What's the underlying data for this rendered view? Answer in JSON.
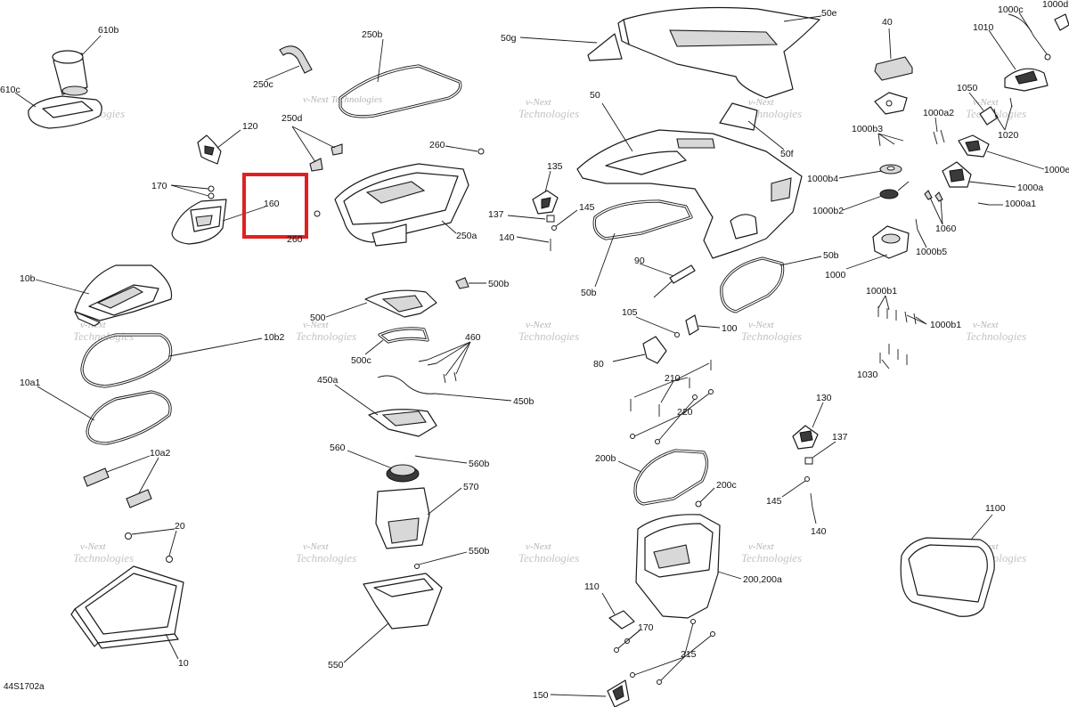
{
  "diagram": {
    "drawing_code": "44S1702a",
    "highlight_color": "#e02020",
    "watermark": {
      "line1": "v-Next",
      "line2": "Technologies",
      "inline": "v-Next Technologies"
    },
    "callouts": {
      "c610b": "610b",
      "c610c": "610c",
      "c120": "120",
      "c250c": "250c",
      "c250b": "250b",
      "c250d": "250d",
      "c260a": "260",
      "c260b": "260",
      "c170a": "170",
      "c160": "160",
      "c250a": "250a",
      "c10b": "10b",
      "c10b2": "10b2",
      "c10a1": "10a1",
      "c10a2": "10a2",
      "c20": "20",
      "c10": "10",
      "c500b": "500b",
      "c500": "500",
      "c500c": "500c",
      "c460": "460",
      "c450a": "450a",
      "c450b": "450b",
      "c560": "560",
      "c560b": "560b",
      "c570": "570",
      "c550b": "550b",
      "c550": "550",
      "c50g": "50g",
      "c50e": "50e",
      "c50": "50",
      "c50f": "50f",
      "c135": "135",
      "c137a": "137",
      "c145a": "145",
      "c140a": "140",
      "c50b1": "50b",
      "c50b2": "50b",
      "c90": "90",
      "c105": "105",
      "c100": "100",
      "c80": "80",
      "c210": "210",
      "c220": "220",
      "c200b": "200b",
      "c200c": "200c",
      "c200": "200,200a",
      "c110": "110",
      "c170b": "170",
      "c215": "215",
      "c150": "150",
      "c40": "40",
      "c1000c": "1000c",
      "c1000d": "1000d",
      "c1010": "1010",
      "c1050": "1050",
      "c1000a2": "1000a2",
      "c1000b3": "1000b3",
      "c1020": "1020",
      "c1000e": "1000e",
      "c1000b4": "1000b4",
      "c1000a": "1000a",
      "c1000a1": "1000a1",
      "c1000b2": "1000b2",
      "c1060": "1060",
      "c1000b5": "1000b5",
      "c1000": "1000",
      "c1000b1a": "1000b1",
      "c1000b1b": "1000b1",
      "c1030": "1030",
      "c130": "130",
      "c137b": "137",
      "c145b": "145",
      "c140b": "140",
      "c1100": "1100"
    }
  }
}
